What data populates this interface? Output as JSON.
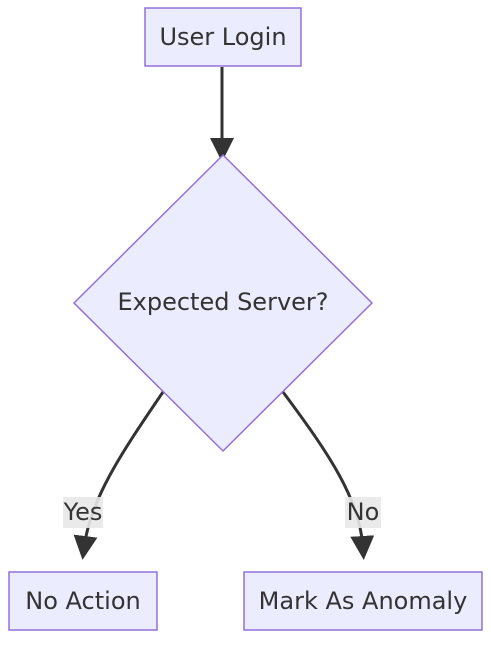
{
  "diagram": {
    "nodes": {
      "user_login": "User Login",
      "expected_server": "Expected Server?",
      "no_action": "No Action",
      "mark_anomaly": "Mark As Anomaly"
    },
    "edges": {
      "yes_label": "Yes",
      "no_label": "No"
    },
    "colors": {
      "node_fill": "#ececff",
      "node_stroke": "#9370db",
      "edge": "#333333",
      "label_bg": "#e8e8e8",
      "text": "#333333"
    }
  }
}
